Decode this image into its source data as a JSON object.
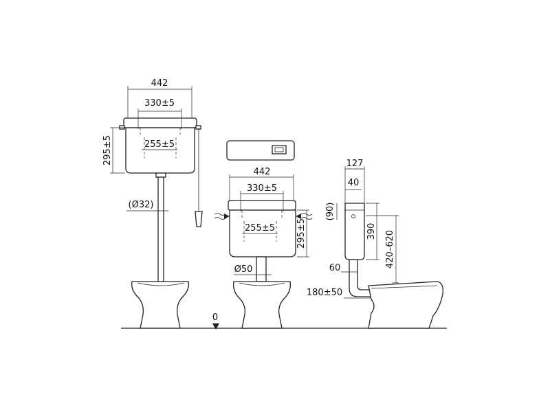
{
  "dims": {
    "high_width": "442",
    "high_inlet": "330±5",
    "high_mount": "255±5",
    "high_height": "295±5",
    "high_pipe": "(Ø32)",
    "low_width": "442",
    "low_inlet": "330±5",
    "low_mount": "255±5",
    "low_height": "295±5",
    "low_pipe": "Ø50",
    "side_depth": "127",
    "side_inner": "40",
    "side_top": "(90)",
    "side_height": "390",
    "side_range": "420–620",
    "side_bend": "60",
    "side_offset": "180±50",
    "floor_level": "0"
  }
}
